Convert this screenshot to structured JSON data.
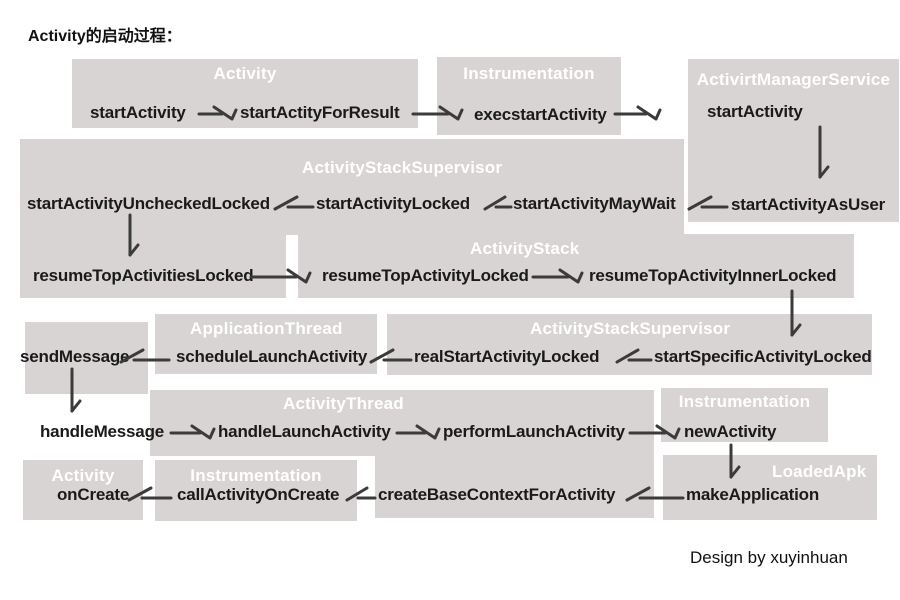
{
  "title": "Activity的启动过程：",
  "credit": "Design by xuyinhuan",
  "colors": {
    "background": "#ffffff",
    "box_fill": "#d8d4d3",
    "header_text": "#ffffff",
    "method_text": "#1a1a1a",
    "arrow": "#3b3b3b"
  },
  "boxes": {
    "activity1": {
      "label": "Activity"
    },
    "instrumentation1": {
      "label": "Instrumentation"
    },
    "ams": {
      "label": "ActivirtManagerService"
    },
    "stackSupervisor1": {
      "label": "ActivityStackSupervisor"
    },
    "activityStack": {
      "label": "ActivityStack"
    },
    "applicationThread": {
      "label": "ApplicationThread"
    },
    "stackSupervisor2": {
      "label": "ActivityStackSupervisor"
    },
    "activityThread": {
      "label": "ActivityThread"
    },
    "instrumentation2": {
      "label": "Instrumentation"
    },
    "loadedApk": {
      "label": "LoadedApk"
    },
    "activity2": {
      "label": "Activity"
    },
    "instrumentation3": {
      "label": "Instrumentation"
    }
  },
  "methods": {
    "startActivity1": "startActivity",
    "startActityForResult": "startActityForResult",
    "execstartActivity": "execstartActivity",
    "startActivityAms": "startActivity",
    "startActivityAsUser": "startActivityAsUser",
    "startActivityMayWait": "startActivityMayWait",
    "startActivityLocked": "startActivityLocked",
    "startActivityUncheckedLocked": "startActivityUncheckedLocked",
    "resumeTopActivitiesLocked": "resumeTopActivitiesLocked",
    "resumeTopActivityLocked": "resumeTopActivityLocked",
    "resumeTopActivityInnerLocked": "resumeTopActivityInnerLocked",
    "startSpecificActivityLocked": "startSpecificActivityLocked",
    "realStartActivityLocked": "realStartActivityLocked",
    "scheduleLaunchActivity": "scheduleLaunchActivity",
    "sendMessage": "sendMessage",
    "handleMessage": "handleMessage",
    "handleLaunchActivity": "handleLaunchActivity",
    "performLaunchActivity": "performLaunchActivity",
    "newActivity": "newActivity",
    "makeApplication": "makeApplication",
    "createBaseContextForActivity": "createBaseContextForActivity",
    "callActivityOnCreate": "callActivityOnCreate",
    "onCreate": "onCreate"
  },
  "flow": [
    {
      "from": "startActivity",
      "to": "startActityForResult"
    },
    {
      "from": "startActityForResult",
      "to": "execstartActivity"
    },
    {
      "from": "execstartActivity",
      "to": "startActivity"
    },
    {
      "from": "startActivity",
      "to": "startActivityAsUser"
    },
    {
      "from": "startActivityAsUser",
      "to": "startActivityMayWait"
    },
    {
      "from": "startActivityMayWait",
      "to": "startActivityLocked"
    },
    {
      "from": "startActivityLocked",
      "to": "startActivityUncheckedLocked"
    },
    {
      "from": "startActivityUncheckedLocked",
      "to": "resumeTopActivitiesLocked"
    },
    {
      "from": "resumeTopActivitiesLocked",
      "to": "resumeTopActivityLocked"
    },
    {
      "from": "resumeTopActivityLocked",
      "to": "resumeTopActivityInnerLocked"
    },
    {
      "from": "resumeTopActivityInnerLocked",
      "to": "startSpecificActivityLocked"
    },
    {
      "from": "startSpecificActivityLocked",
      "to": "realStartActivityLocked"
    },
    {
      "from": "realStartActivityLocked",
      "to": "scheduleLaunchActivity"
    },
    {
      "from": "scheduleLaunchActivity",
      "to": "sendMessage"
    },
    {
      "from": "sendMessage",
      "to": "handleMessage"
    },
    {
      "from": "handleMessage",
      "to": "handleLaunchActivity"
    },
    {
      "from": "handleLaunchActivity",
      "to": "performLaunchActivity"
    },
    {
      "from": "performLaunchActivity",
      "to": "newActivity"
    },
    {
      "from": "newActivity",
      "to": "makeApplication"
    },
    {
      "from": "makeApplication",
      "to": "createBaseContextForActivity"
    },
    {
      "from": "createBaseContextForActivity",
      "to": "callActivityOnCreate"
    },
    {
      "from": "callActivityOnCreate",
      "to": "onCreate"
    }
  ]
}
